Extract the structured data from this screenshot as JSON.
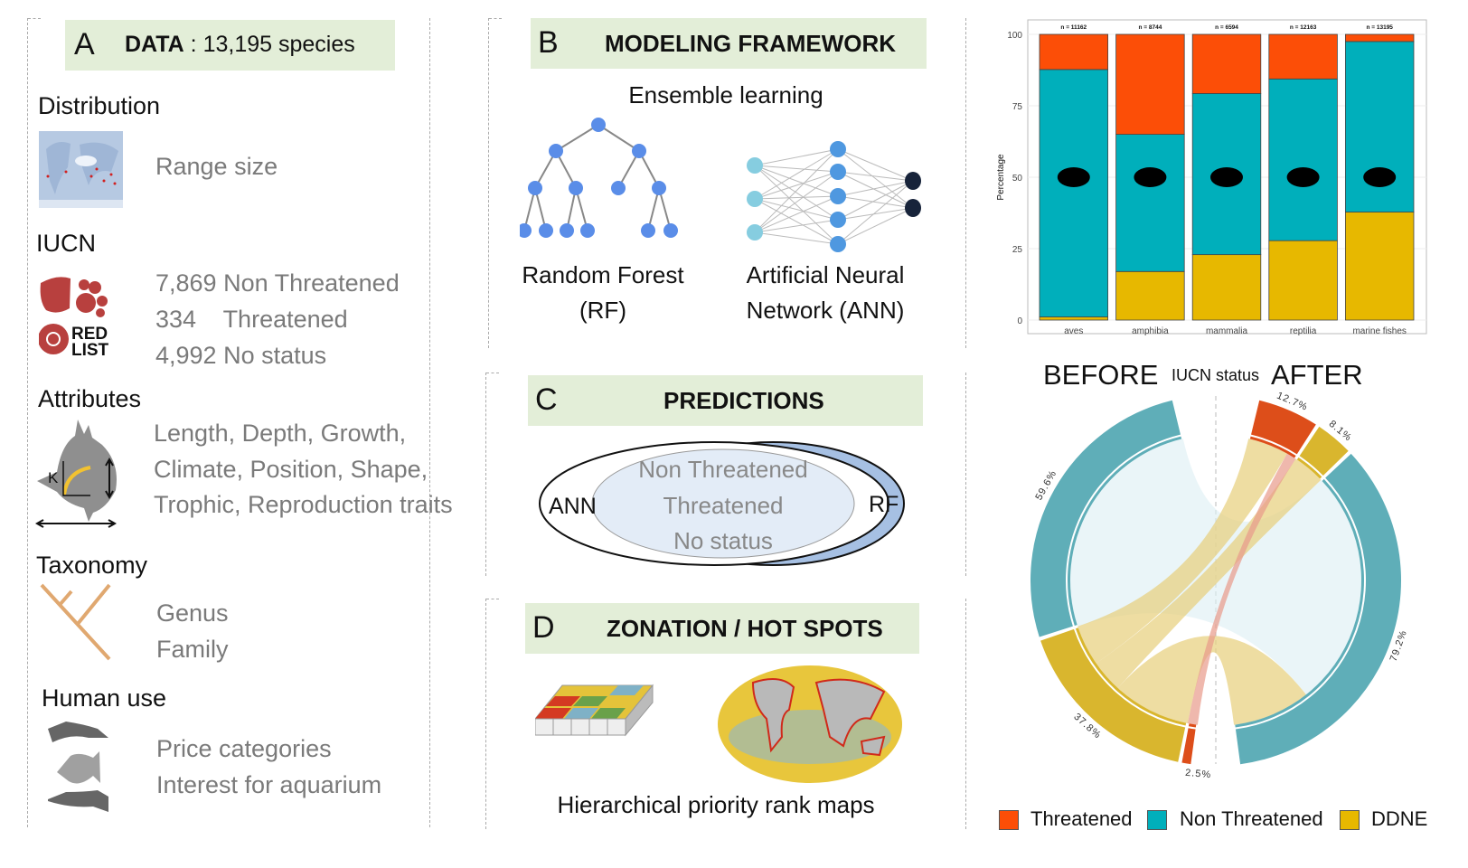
{
  "panel_a": {
    "letter": "A",
    "title_bold": "DATA",
    "title_rest": " : 13,195 species",
    "sections": {
      "distribution": {
        "label": "Distribution",
        "items": [
          "Range size"
        ]
      },
      "iucn": {
        "label": "IUCN",
        "items": [
          "7,869 Non Threatened",
          "334    Threatened",
          "4,992 No status"
        ],
        "logo_text": [
          "RED",
          "LIST"
        ]
      },
      "attributes": {
        "label": "Attributes",
        "items": [
          "Length, Depth, Growth,",
          "Climate, Position, Shape,",
          "Trophic, Reproduction traits"
        ],
        "icon_letter": "K"
      },
      "taxonomy": {
        "label": "Taxonomy",
        "items": [
          "Genus",
          "Family"
        ]
      },
      "human_use": {
        "label": "Human use",
        "items": [
          "Price categories",
          "Interest for aquarium"
        ]
      }
    }
  },
  "panel_b": {
    "letter": "B",
    "title": "MODELING FRAMEWORK",
    "subtitle": "Ensemble learning",
    "rf_label": [
      "Random Forest",
      "(RF)"
    ],
    "ann_label": [
      "Artificial Neural",
      "Network (ANN)"
    ]
  },
  "panel_c": {
    "letter": "C",
    "title": "PREDICTIONS",
    "ann": "ANN",
    "rf": "RF",
    "classes": [
      "Non Threatened",
      "Threatened",
      "No status"
    ]
  },
  "panel_d": {
    "letter": "D",
    "title": "ZONATION / HOT SPOTS",
    "caption": "Hierarchical priority rank maps"
  },
  "chart_data": [
    {
      "type": "bar",
      "stacked": true,
      "ylabel": "Percentage",
      "ylim": [
        0,
        100
      ],
      "yticks": [
        0,
        25,
        50,
        75,
        100
      ],
      "grid": true,
      "categories": [
        "aves",
        "amphibia",
        "mammalia",
        "reptilia",
        "marine fishes"
      ],
      "annotations": [
        "n = 11162",
        "n = 8744",
        "n = 6594",
        "n = 12163",
        "n = 13195"
      ],
      "silhouettes": [
        "bird-silhouette",
        "frog-silhouette",
        "wolf-silhouette",
        "lizard-silhouette",
        "fish-silhouette"
      ],
      "series": [
        {
          "key": "DDNE",
          "color": "#E7B800",
          "values": [
            1.1,
            17.0,
            22.9,
            27.8,
            37.8
          ]
        },
        {
          "key": "Non Threatened",
          "color": "#00AFBB",
          "values": [
            86.6,
            48.0,
            56.4,
            56.6,
            59.7
          ]
        },
        {
          "key": "Threatened",
          "color": "#FC4E07",
          "values": [
            12.3,
            35.0,
            20.7,
            15.6,
            2.5
          ]
        }
      ]
    },
    {
      "type": "chord",
      "title_left": "BEFORE",
      "title_mid": "IUCN status",
      "title_right": "AFTER",
      "before": [
        {
          "key": "Non Threatened",
          "value": 59.6,
          "label": "59.6%"
        },
        {
          "key": "DDNE",
          "value": 37.8,
          "label": "37.8%"
        },
        {
          "key": "Threatened",
          "value": 2.5,
          "label": "2.5%"
        }
      ],
      "after": [
        {
          "key": "Threatened",
          "value": 12.7,
          "label": "12.7%"
        },
        {
          "key": "DDNE",
          "value": 8.1,
          "label": "8.1%"
        },
        {
          "key": "Non Threatened",
          "value": 79.2,
          "label": "79.2%"
        }
      ],
      "flows": [
        {
          "from": "Non Threatened",
          "to": "Non Threatened",
          "value": 59.6
        },
        {
          "from": "DDNE",
          "to": "Threatened",
          "value": 10.2
        },
        {
          "from": "DDNE",
          "to": "DDNE",
          "value": 8.1
        },
        {
          "from": "DDNE",
          "to": "Non Threatened",
          "value": 19.5
        },
        {
          "from": "Threatened",
          "to": "Threatened",
          "value": 2.5
        }
      ],
      "colors": {
        "Threatened": "#DD4E1A",
        "Non Threatened": "#5FAEB8",
        "DDNE": "#D9B62E"
      }
    }
  ],
  "legend": [
    {
      "label": "Threatened",
      "color": "#FC4E07"
    },
    {
      "label": "Non Threatened",
      "color": "#00AFBB"
    },
    {
      "label": "DDNE",
      "color": "#E7B800"
    }
  ]
}
